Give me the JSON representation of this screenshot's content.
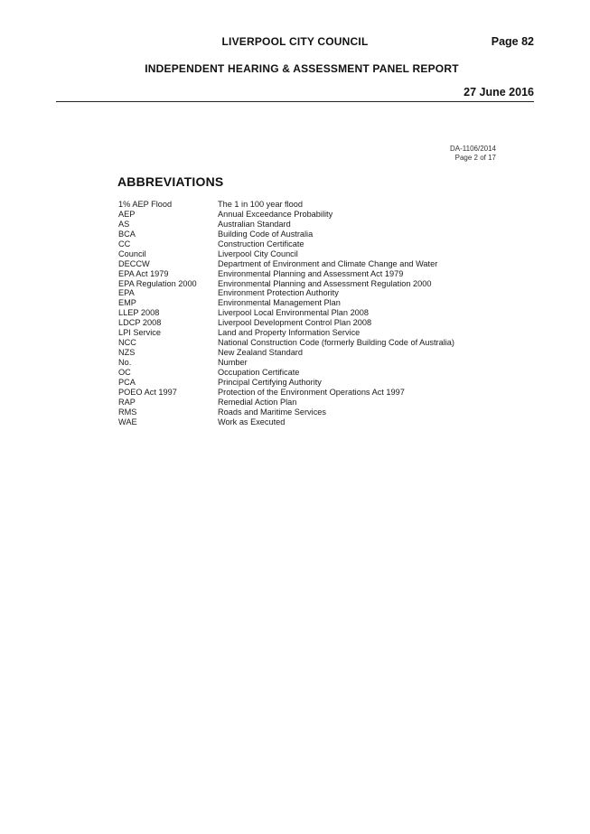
{
  "header": {
    "council": "LIVERPOOL CITY COUNCIL",
    "page": "Page 82",
    "report_title": "INDEPENDENT HEARING & ASSESSMENT PANEL REPORT",
    "date": "27 June 2016"
  },
  "doc_ref": {
    "da_number": "DA-1106/2014",
    "page": "Page 2 of 17"
  },
  "section": {
    "heading": "ABBREVIATIONS"
  },
  "abbreviations": [
    {
      "term": "1% AEP Flood",
      "definition": "The 1 in 100 year flood"
    },
    {
      "term": "AEP",
      "definition": "Annual Exceedance Probability"
    },
    {
      "term": "AS",
      "definition": "Australian Standard"
    },
    {
      "term": "BCA",
      "definition": "Building Code of Australia"
    },
    {
      "term": "CC",
      "definition": "Construction Certificate"
    },
    {
      "term": "Council",
      "definition": "Liverpool City Council"
    },
    {
      "term": "DECCW",
      "definition": "Department of Environment and Climate Change and Water"
    },
    {
      "term": "EPA Act 1979",
      "definition": "Environmental Planning and Assessment Act 1979"
    },
    {
      "term": "EPA Regulation 2000",
      "definition": "Environmental Planning and Assessment Regulation 2000"
    },
    {
      "term": "EPA",
      "definition": "Environment Protection Authority"
    },
    {
      "term": "EMP",
      "definition": "Environmental Management Plan"
    },
    {
      "term": "LLEP 2008",
      "definition": "Liverpool Local Environmental Plan 2008"
    },
    {
      "term": "LDCP 2008",
      "definition": "Liverpool Development Control Plan 2008"
    },
    {
      "term": "LPI Service",
      "definition": "Land and Property Information Service"
    },
    {
      "term": "NCC",
      "definition": "National Construction Code (formerly Building Code of Australia)"
    },
    {
      "term": "NZS",
      "definition": "New Zealand Standard"
    },
    {
      "term": "No.",
      "definition": "Number"
    },
    {
      "term": "OC",
      "definition": "Occupation Certificate"
    },
    {
      "term": "PCA",
      "definition": "Principal Certifying Authority"
    },
    {
      "term": "POEO Act 1997",
      "definition": "Protection of the Environment Operations Act 1997"
    },
    {
      "term": "RAP",
      "definition": "Remedial Action Plan"
    },
    {
      "term": "RMS",
      "definition": "Roads and Maritime Services"
    },
    {
      "term": "WAE",
      "definition": "Work as Executed"
    }
  ]
}
